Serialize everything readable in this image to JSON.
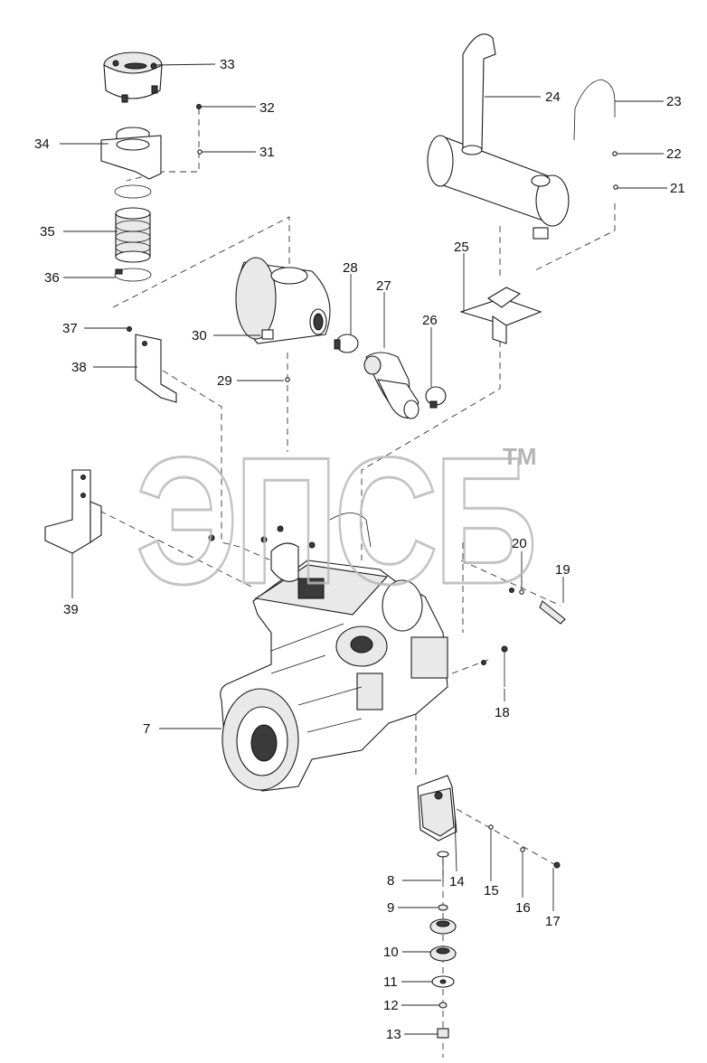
{
  "watermark": {
    "text": "ЭПСБ",
    "tm": "TM"
  },
  "callouts": [
    {
      "id": "7",
      "label": "7"
    },
    {
      "id": "8",
      "label": "8"
    },
    {
      "id": "9",
      "label": "9"
    },
    {
      "id": "10",
      "label": "10"
    },
    {
      "id": "11",
      "label": "11"
    },
    {
      "id": "12",
      "label": "12"
    },
    {
      "id": "13",
      "label": "13"
    },
    {
      "id": "14",
      "label": "14"
    },
    {
      "id": "15",
      "label": "15"
    },
    {
      "id": "16",
      "label": "16"
    },
    {
      "id": "17",
      "label": "17"
    },
    {
      "id": "18",
      "label": "18"
    },
    {
      "id": "19",
      "label": "19"
    },
    {
      "id": "20",
      "label": "20"
    },
    {
      "id": "21",
      "label": "21"
    },
    {
      "id": "22",
      "label": "22"
    },
    {
      "id": "23",
      "label": "23"
    },
    {
      "id": "24",
      "label": "24"
    },
    {
      "id": "25",
      "label": "25"
    },
    {
      "id": "26",
      "label": "26"
    },
    {
      "id": "27",
      "label": "27"
    },
    {
      "id": "28",
      "label": "28"
    },
    {
      "id": "29",
      "label": "29"
    },
    {
      "id": "30",
      "label": "30"
    },
    {
      "id": "31",
      "label": "31"
    },
    {
      "id": "32",
      "label": "32"
    },
    {
      "id": "33",
      "label": "33"
    },
    {
      "id": "34",
      "label": "34"
    },
    {
      "id": "35",
      "label": "35"
    },
    {
      "id": "36",
      "label": "36"
    },
    {
      "id": "37",
      "label": "37"
    },
    {
      "id": "38",
      "label": "38"
    },
    {
      "id": "39",
      "label": "39"
    }
  ]
}
